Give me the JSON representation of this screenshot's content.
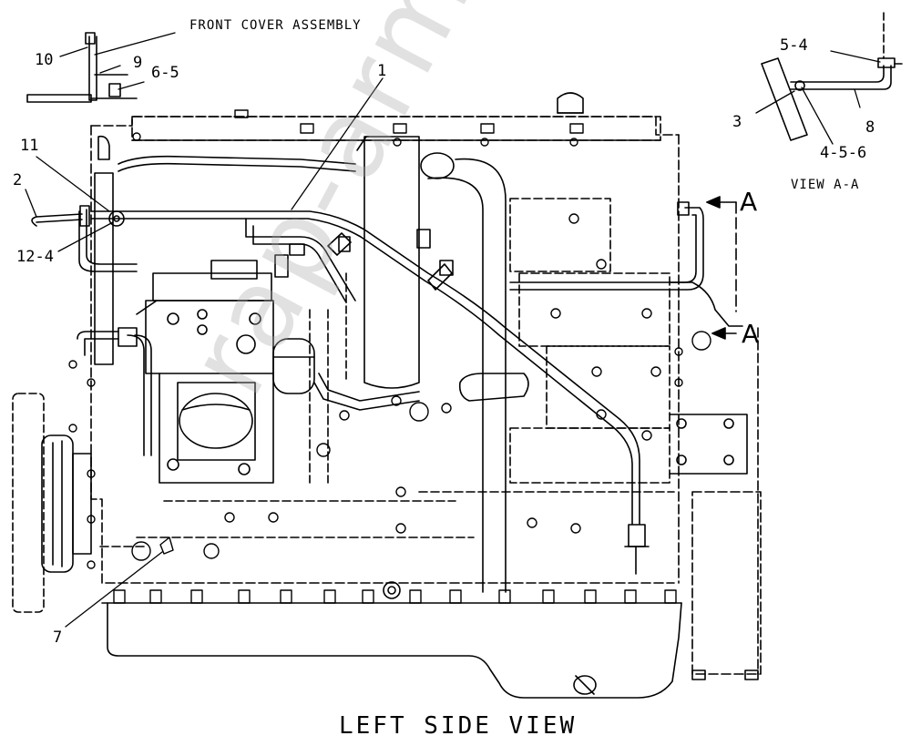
{
  "diagram": {
    "title": "LEFT SIDE VIEW",
    "front_cover_label": "FRONT COVER ASSEMBLY",
    "view_caption": "VIEW A-A",
    "section_marker": "A",
    "watermark": "rap-arm.ru",
    "callouts": {
      "c10": "10",
      "c9": "9",
      "c6_5": "6-5",
      "c1": "1",
      "c11": "11",
      "c2": "2",
      "c12_4": "12-4",
      "c7": "7",
      "c5_4": "5-4",
      "c3": "3",
      "c8": "8",
      "c4_5_6": "4-5-6"
    }
  },
  "colors": {
    "line": "#000000",
    "background": "#ffffff",
    "watermark": "#aaaaaa"
  }
}
